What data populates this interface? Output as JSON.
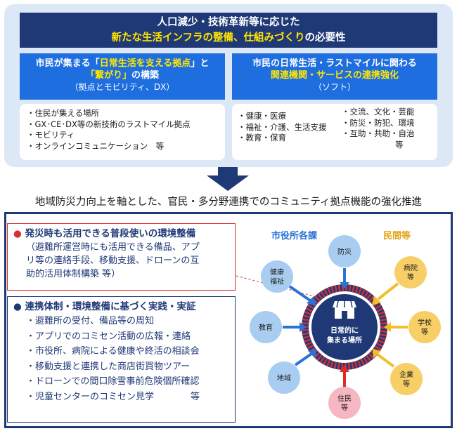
{
  "banner": {
    "line1": "人口減少・技術革新等に応じた",
    "line2_hl": "新たな生活インフラの整備、仕組みづくり",
    "line2_rest": "の必要性"
  },
  "left_box": {
    "line1_a": "市民が集まる「",
    "line1_hl": "日常生活を支える拠点",
    "line1_b": "」と",
    "line2_hl": "「繋がり」",
    "line2_b": "の構築",
    "line3": "（拠点とモビリティ、DX）",
    "items": [
      "・住民が集える場所",
      "・GX･CE･DX等の新技術のラストマイル拠点",
      "・モビリティ",
      "・オンラインコミュニケーション　等"
    ]
  },
  "right_box": {
    "line1": "市民の日常生活・ラストマイルに関わる",
    "line2_hl": "関連機関・サービスの連携強化",
    "line3": "（ソフト）",
    "items_col1": [
      "・健康・医療",
      "・福祉・介護、生活支援",
      "・教育・保育"
    ],
    "items_col2": [
      "・交流、文化・芸能",
      "・防災・防犯、環境",
      "・互助・共助・自治",
      "等"
    ]
  },
  "headline": "地域防災力向上を軸とした、官民・多分野連携でのコミュニティ拠点機能の強化推進",
  "red_box": {
    "dot": "●",
    "title": "発災時も活用できる普段使いの環境整備",
    "lines": [
      "（避難所運営時にも活用できる備品、アプ",
      "リ等の連絡手段、移動支援、ドローンの互",
      "助的活用体制構築 等）"
    ]
  },
  "blue_box": {
    "dot": "●",
    "title": "連携体制・環境整備に基づく実践・実証",
    "items": [
      "・避難所の受付、備品等の周知",
      "・アプリでのコミセン活動の広報・連絡",
      "・市役所、病院による健康や終活の相談会",
      "・移動支援と連携した商店街買物ツアー",
      "・ドローンでの間口除雪事前危険個所確認",
      "・児童センターのコミセン見学　　　　等"
    ]
  },
  "diagram": {
    "label_city": "市役所各課",
    "label_private": "民間等",
    "center_line1": "日常的に",
    "center_line2": "集まる場所",
    "nodes": {
      "bousai": "防災",
      "kenkou": [
        "健康",
        "福祉"
      ],
      "kyouiku": "教育",
      "chiiki": "地域",
      "jumin": [
        "住民",
        "等"
      ],
      "byouin": [
        "病院",
        "等"
      ],
      "gakkou": [
        "学校",
        "等"
      ],
      "kigyou": [
        "企業",
        "等"
      ]
    },
    "colors": {
      "city_blue": "#a9cdf0",
      "private_yellow": "#f7cf66",
      "resident_pink": "#f6b6c2",
      "center_navy": "#1f3876",
      "ring_red": "#c8323a",
      "arrow_blue": "#2a72d6",
      "arrow_red": "#e02a2a",
      "arrow_yellow": "#f2bf2a"
    }
  }
}
